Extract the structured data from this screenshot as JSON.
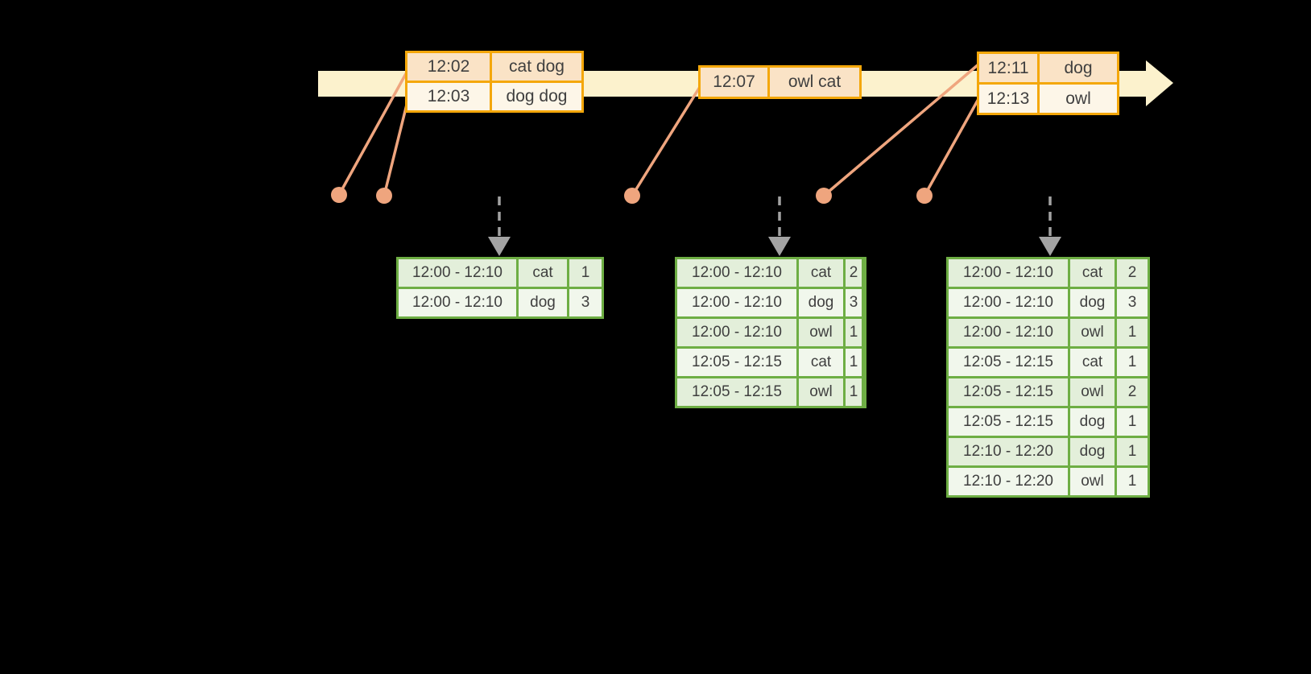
{
  "colors": {
    "background": "#000000",
    "timeline_band": "#fcf2cd",
    "event_box_border": "#f4a70a",
    "event_row_peach": "#fae3c6",
    "event_row_cream": "#fdf6e8",
    "dot_salmon": "#efa57e",
    "trigger_arrow_gray": "#a3a3a3",
    "table_border_green": "#6eae44",
    "table_row_dark": "#e3efda",
    "table_row_light": "#f1f7ec",
    "text": "#3f3f3f"
  },
  "timeline": {
    "event_groups": [
      {
        "rows": [
          {
            "time": "12:02",
            "words": "cat dog"
          },
          {
            "time": "12:03",
            "words": "dog dog"
          }
        ]
      },
      {
        "rows": [
          {
            "time": "12:07",
            "words": "owl cat"
          }
        ]
      },
      {
        "rows": [
          {
            "time": "12:11",
            "words": "dog"
          },
          {
            "time": "12:13",
            "words": "owl"
          }
        ]
      }
    ]
  },
  "result_tables": [
    {
      "rows": [
        {
          "window": "12:00 - 12:10",
          "word": "cat",
          "count": 1
        },
        {
          "window": "12:00 - 12:10",
          "word": "dog",
          "count": 3
        }
      ]
    },
    {
      "rows": [
        {
          "window": "12:00 - 12:10",
          "word": "cat",
          "count": 2
        },
        {
          "window": "12:00 - 12:10",
          "word": "dog",
          "count": 3
        },
        {
          "window": "12:00 - 12:10",
          "word": "owl",
          "count": 1
        },
        {
          "window": "12:05 - 12:15",
          "word": "cat",
          "count": 1
        },
        {
          "window": "12:05 - 12:15",
          "word": "owl",
          "count": 1
        }
      ]
    },
    {
      "rows": [
        {
          "window": "12:00 - 12:10",
          "word": "cat",
          "count": 2
        },
        {
          "window": "12:00 - 12:10",
          "word": "dog",
          "count": 3
        },
        {
          "window": "12:00 - 12:10",
          "word": "owl",
          "count": 1
        },
        {
          "window": "12:05 - 12:15",
          "word": "cat",
          "count": 1
        },
        {
          "window": "12:05 - 12:15",
          "word": "owl",
          "count": 2
        },
        {
          "window": "12:05 - 12:15",
          "word": "dog",
          "count": 1
        },
        {
          "window": "12:10 - 12:20",
          "word": "dog",
          "count": 1
        },
        {
          "window": "12:10 - 12:20",
          "word": "owl",
          "count": 1
        }
      ]
    }
  ]
}
